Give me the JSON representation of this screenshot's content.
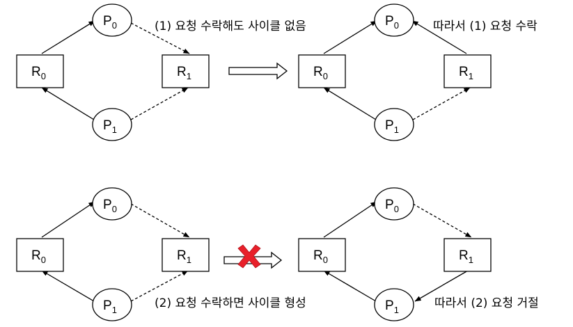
{
  "captions": {
    "top_left": "(1) 요청 수락해도 사이클 없음",
    "top_right": "따라서 (1) 요청 수락",
    "bottom_left": "(2) 요청 수락하면 사이클 형성",
    "bottom_right": "따라서 (2) 요청 거절"
  },
  "labels": {
    "p0_main": "P",
    "p0_sub": "0",
    "p1_main": "P",
    "p1_sub": "1",
    "r0_main": "R",
    "r0_sub": "0",
    "r1_main": "R",
    "r1_sub": "1"
  },
  "colors": {
    "forbidden_cross": "#e8202a",
    "stroke": "#000000"
  },
  "icons": {
    "transition_arrow": "hollow-right-arrow-icon",
    "forbidden": "red-x-icon"
  }
}
